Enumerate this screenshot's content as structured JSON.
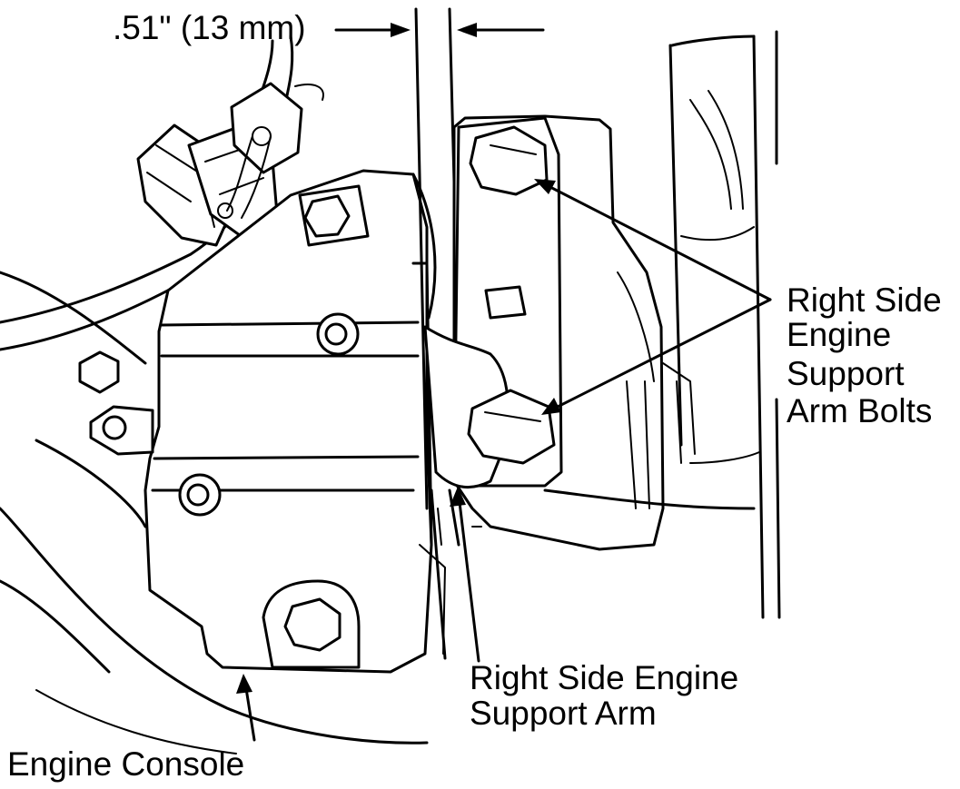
{
  "labels": {
    "dimension": ".51\" (13 mm)",
    "bolts": [
      "Right Side",
      "Engine",
      "Support",
      "Arm Bolts"
    ],
    "arm": [
      "Right Side Engine",
      "Support Arm"
    ],
    "console": "Engine Console"
  },
  "colors": {
    "ink": "#000000",
    "paper": "#ffffff"
  }
}
